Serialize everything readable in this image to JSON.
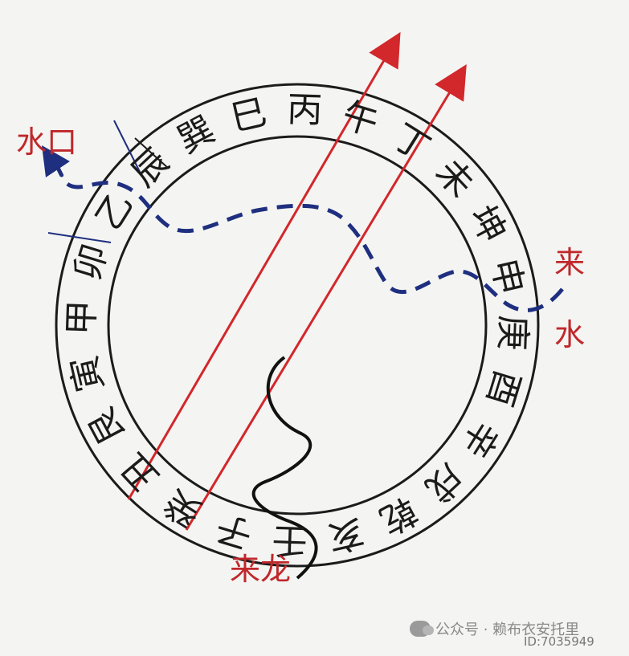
{
  "diagram": {
    "ring_characters": [
      "巽",
      "巳",
      "丙",
      "午",
      "丁",
      "未",
      "坤",
      "申",
      "庚",
      "酉",
      "辛",
      "戌",
      "乾",
      "亥",
      "壬",
      "子",
      "癸",
      "丑",
      "艮",
      "寅",
      "甲",
      "卯",
      "乙",
      "辰"
    ],
    "labels": {
      "water_outlet": "水口",
      "incoming_water_1": "来",
      "incoming_water_2": "水",
      "incoming_dragon": "来龙"
    },
    "colors": {
      "ring": "#1b1b1b",
      "red_lines": "#d2272b",
      "water_path": "#1f2f80",
      "dragon_path": "#111111"
    }
  },
  "watermark": {
    "text": "公众号 · 赖布衣安托里",
    "id": "ID:7035949"
  }
}
